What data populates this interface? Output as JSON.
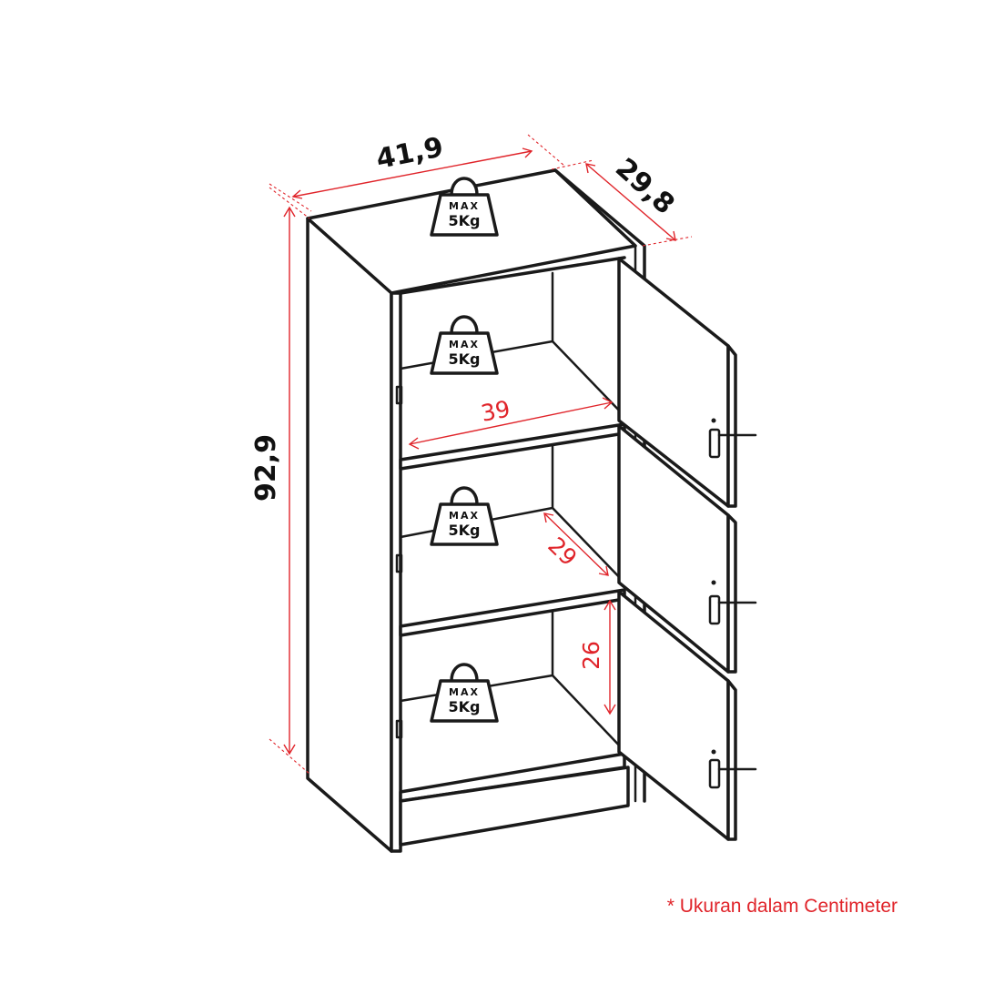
{
  "dimensions": {
    "width": "41,9",
    "depth": "29,8",
    "height": "92,9",
    "inner_width": "39",
    "inner_depth": "29",
    "inner_height": "26"
  },
  "load_badges": [
    {
      "max_label": "MAX",
      "value": "5Kg"
    },
    {
      "max_label": "MAX",
      "value": "5Kg"
    },
    {
      "max_label": "MAX",
      "value": "5Kg"
    },
    {
      "max_label": "MAX",
      "value": "5Kg"
    }
  ],
  "note": "* Ukuran dalam Centimeter",
  "colors": {
    "outline": "#1a1a1a",
    "dimension_red": "#e0242a",
    "background": "#ffffff"
  }
}
